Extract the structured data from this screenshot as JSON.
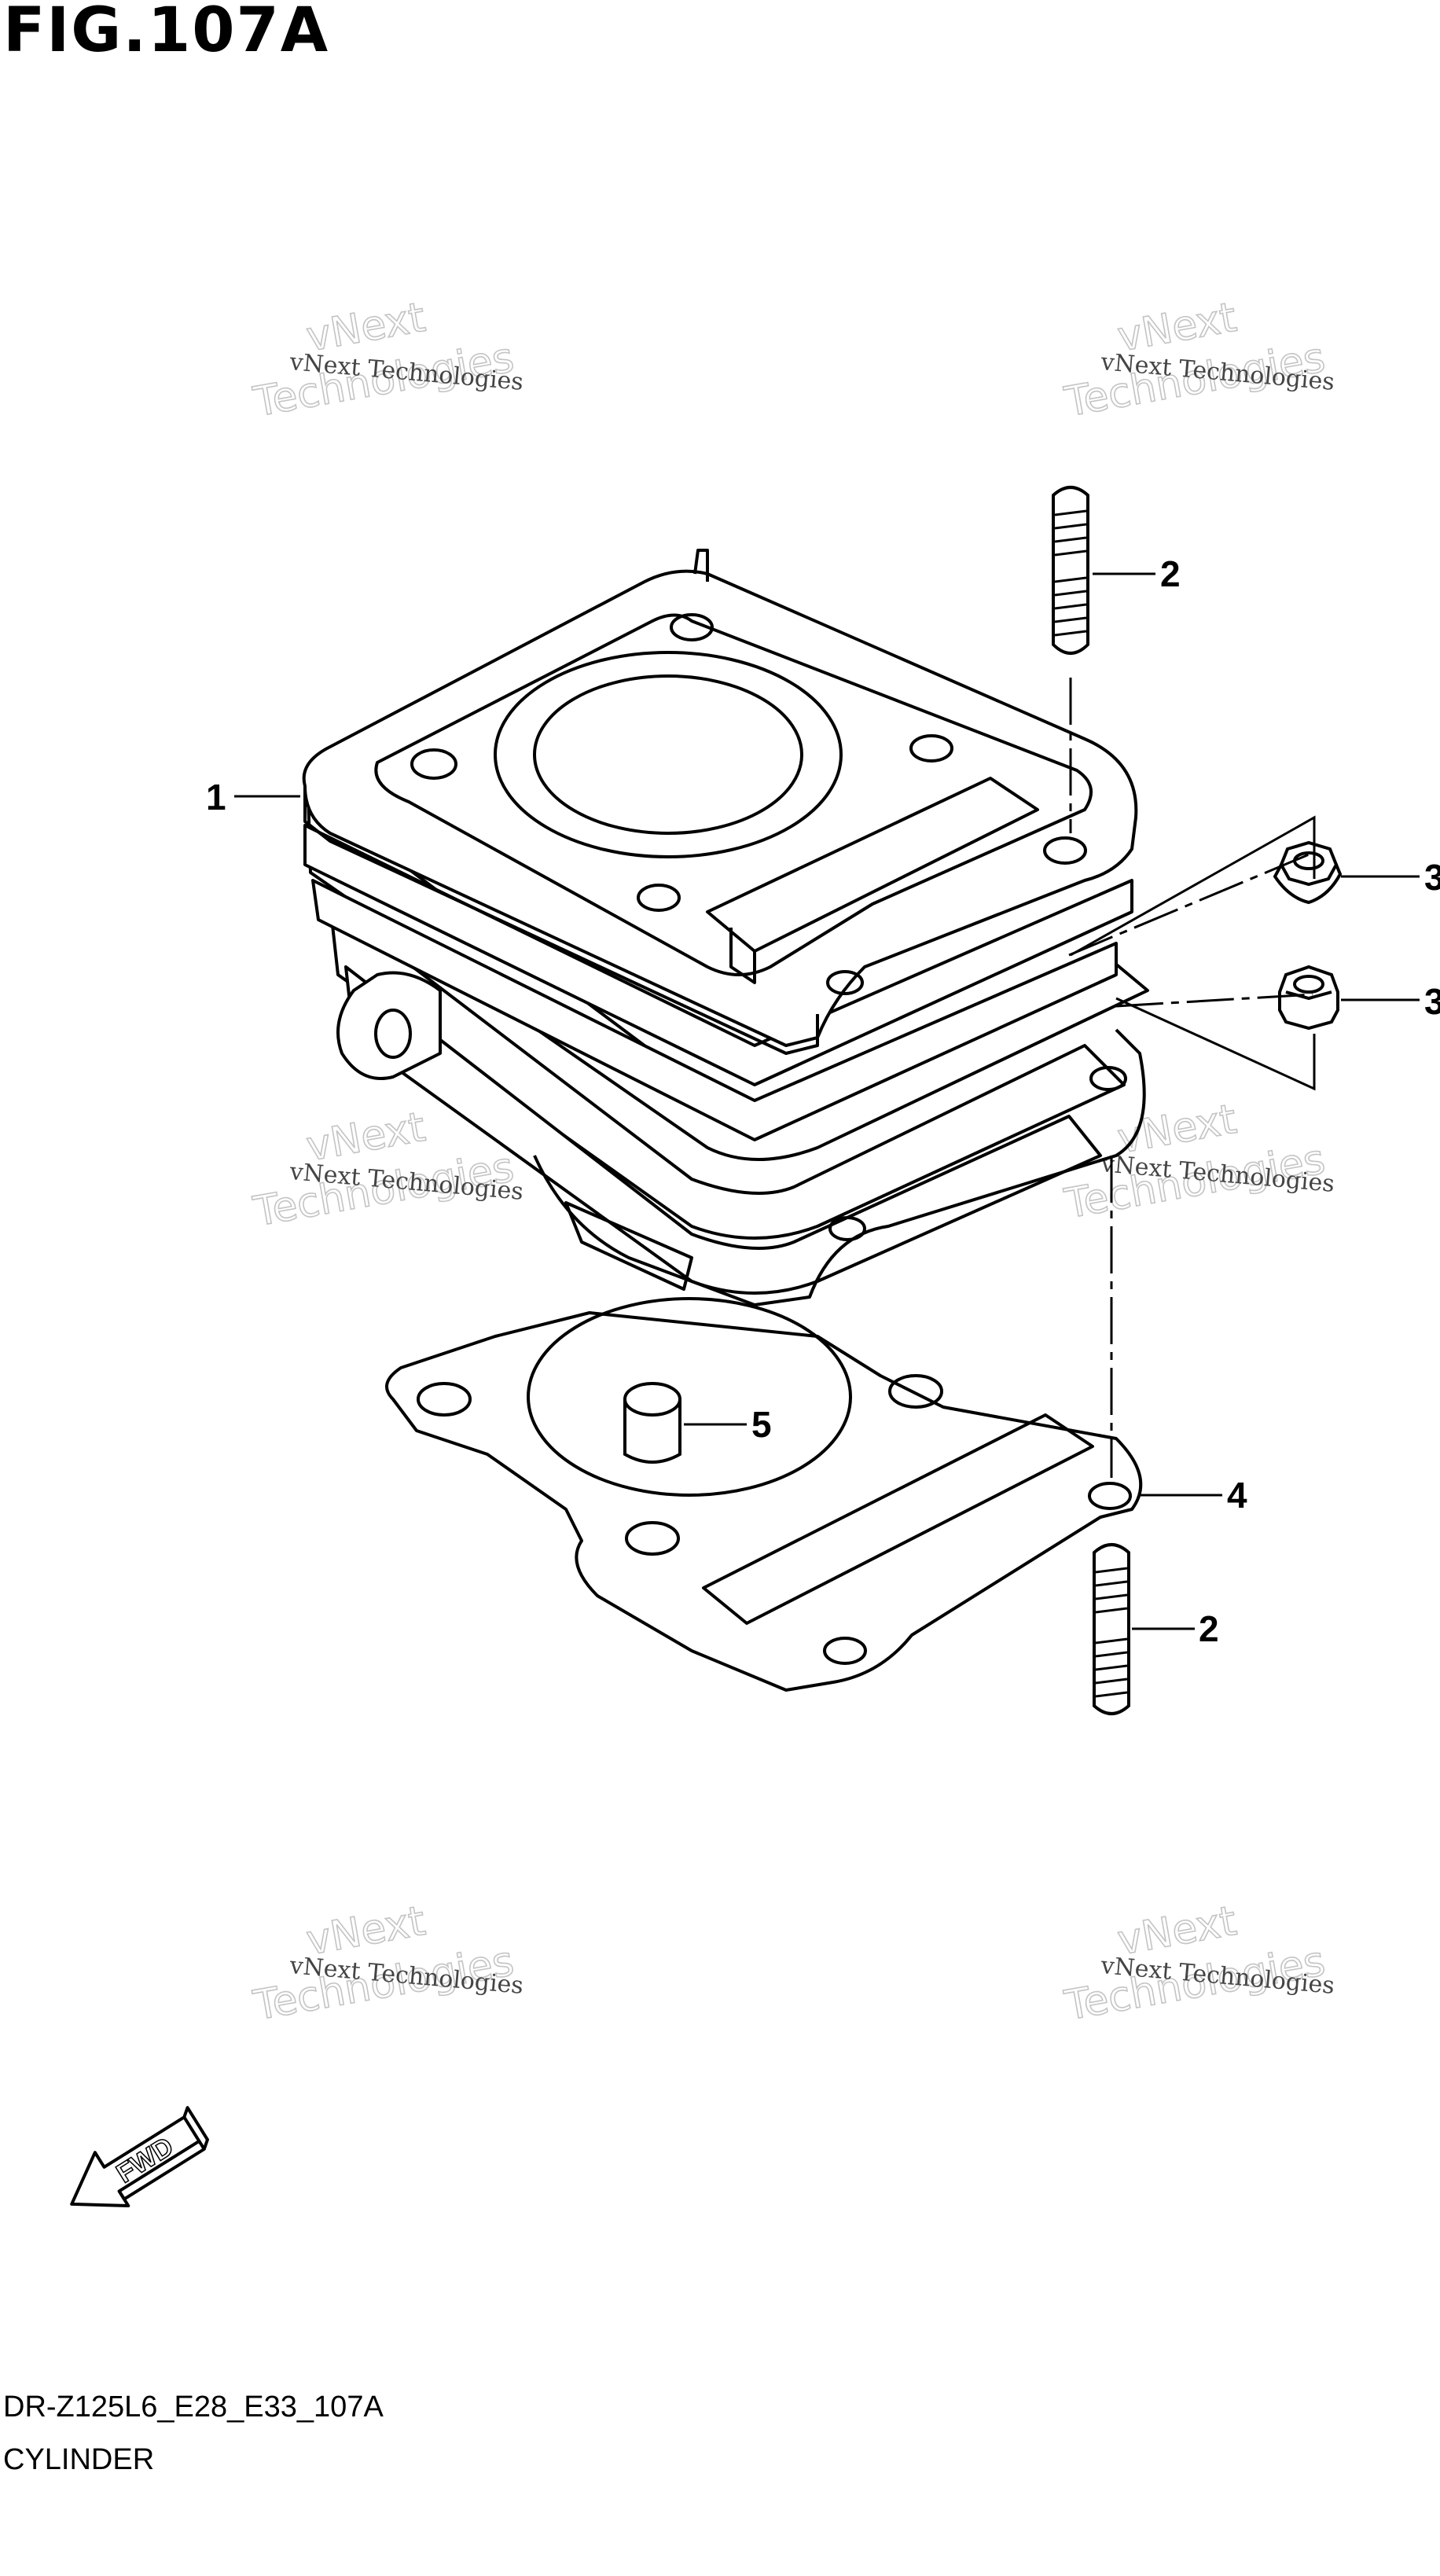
{
  "figure": {
    "title": "FIG.107A",
    "code": "DR-Z125L6_E28_E33_107A",
    "name": "CYLINDER"
  },
  "callouts": [
    {
      "id": "cylinder",
      "label": "1"
    },
    {
      "id": "stud-upper",
      "label": "2"
    },
    {
      "id": "nut-flange",
      "label": "3"
    },
    {
      "id": "nut-hex",
      "label": "3"
    },
    {
      "id": "gasket",
      "label": "4"
    },
    {
      "id": "stud-lower",
      "label": "2"
    },
    {
      "id": "dowel-pin",
      "label": "5"
    }
  ],
  "fwd_label": "FWD",
  "watermark": {
    "line1": "vNext Technologies",
    "line2": "vNext",
    "line3": "Technologies"
  }
}
